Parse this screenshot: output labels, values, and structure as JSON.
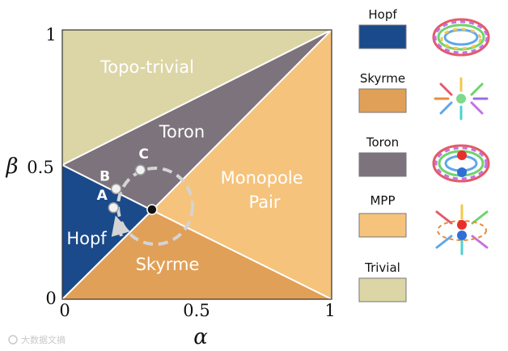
{
  "axes": {
    "x_label": "α",
    "y_label": "β",
    "x_ticks": [
      "0",
      "0.5",
      "1"
    ],
    "y_ticks": [
      "0",
      "0.5",
      "1"
    ]
  },
  "regions": [
    {
      "key": "topo_trivial",
      "label": "Topo-trivial",
      "color": "#dcd5a6"
    },
    {
      "key": "toron",
      "label": "Toron",
      "color": "#7c737c"
    },
    {
      "key": "monopole_pair",
      "label": "Monopole\nPair",
      "color": "#f5c37b"
    },
    {
      "key": "hopf",
      "label": "Hopf",
      "color": "#1a4a8a"
    },
    {
      "key": "skyrme",
      "label": "Skyrme",
      "color": "#e1a057"
    }
  ],
  "path_points": [
    {
      "label": "A",
      "alpha": 0.19,
      "beta": 0.34
    },
    {
      "label": "B",
      "alpha": 0.2,
      "beta": 0.41
    },
    {
      "label": "C",
      "alpha": 0.29,
      "beta": 0.48
    }
  ],
  "triple_point": {
    "alpha": 0.333,
    "beta": 0.333
  },
  "legend": [
    {
      "label": "Hopf",
      "color": "#1a4a8a",
      "icon": "hopfion-structure-icon"
    },
    {
      "label": "Skyrme",
      "color": "#e1a057",
      "icon": "skyrmion-structure-icon"
    },
    {
      "label": "Toron",
      "color": "#7c737c",
      "icon": "toron-structure-icon"
    },
    {
      "label": "MPP",
      "color": "#f5c37b",
      "icon": "monopole-pair-structure-icon"
    },
    {
      "label": "Trivial",
      "color": "#dcd5a6",
      "icon": ""
    }
  ],
  "watermark": "大数据文摘"
}
